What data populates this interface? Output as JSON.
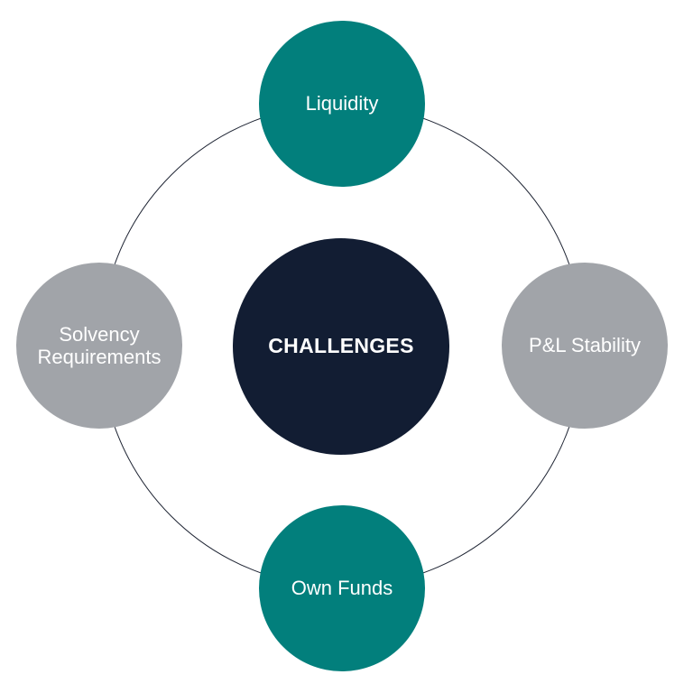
{
  "diagram": {
    "center": {
      "label": "CHALLENGES",
      "color": "#121d33"
    },
    "nodes": {
      "top": {
        "label": "Liquidity",
        "color": "#027f7c"
      },
      "right": {
        "label": "P&L Stability",
        "color": "#a1a4a9"
      },
      "bottom": {
        "label": "Own Funds",
        "color": "#027f7c"
      },
      "left": {
        "label_line1": "Solvency",
        "label_line2": "Requirements",
        "color": "#a1a4a9"
      }
    },
    "ring_color": "#1e2433"
  }
}
